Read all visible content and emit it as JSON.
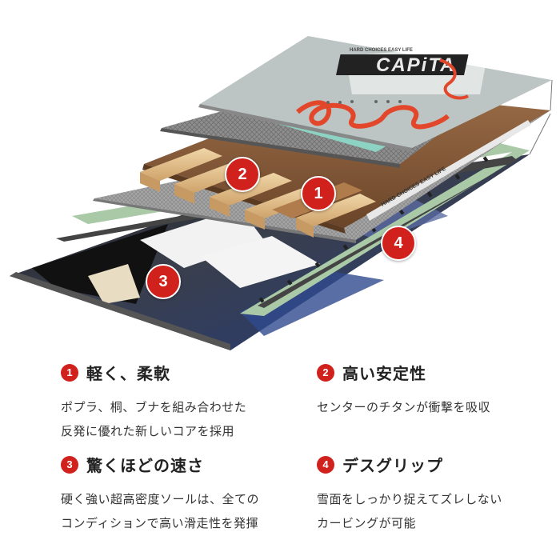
{
  "diagram": {
    "brand_logo": "CAPiTA",
    "topsheet_slogan": "HARD CHOICES    EASY LIFE",
    "edge_slogan": "HARD CHOICES EASY LIFE",
    "markers": [
      "1",
      "2",
      "3",
      "4"
    ]
  },
  "features": [
    {
      "number": "1",
      "title": "軽く、柔軟",
      "lines": [
        "ポプラ、桐、ブナを組み合わせた",
        "反発に優れた新しいコアを採用"
      ]
    },
    {
      "number": "2",
      "title": "高い安定性",
      "lines": [
        "センターのチタンが衝撃を吸収"
      ]
    },
    {
      "number": "3",
      "title": "驚くほどの速さ",
      "lines": [
        "硬く強い超高密度ソールは、全ての",
        "コンディションで高い滑走性を発揮"
      ]
    },
    {
      "number": "4",
      "title": "デスグリップ",
      "lines": [
        "雪面をしっかり捉えてズレしない",
        "カービングが可能"
      ]
    }
  ],
  "colors": {
    "accent": "#d0211d",
    "text": "#222222",
    "wood_light": "#e2bf8c",
    "wood_dark": "#8b5f3d",
    "fiberglass": "#9a9a9a",
    "titanal": "#8dd3c4"
  }
}
